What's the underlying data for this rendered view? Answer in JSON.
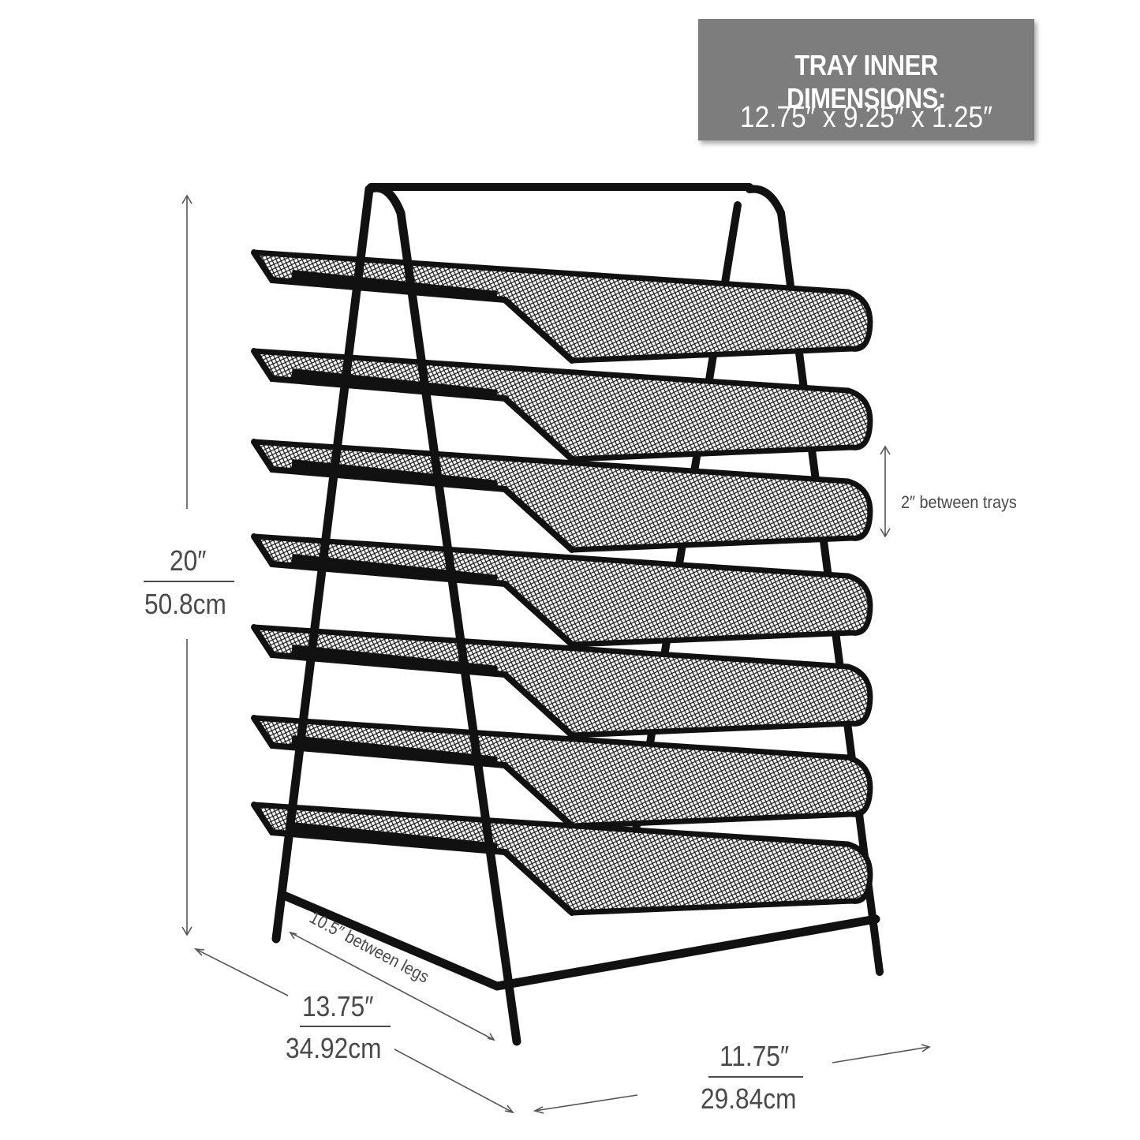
{
  "banner": {
    "heading": "TRAY INNER DIMENSIONS:",
    "value": "12.75″ x 9.25″ x 1.25″"
  },
  "height": {
    "inches": "20″",
    "cm": "50.8cm"
  },
  "depth": {
    "inches": "13.75″",
    "cm": "34.92cm"
  },
  "width": {
    "inches": "11.75″",
    "cm": "29.84cm"
  },
  "tray_spacing_label": "2″ between trays",
  "leg_spacing_label": "10.5″ between legs",
  "colors": {
    "banner_bg": "#7d7d7d",
    "dimension_text": "#4a4a4a",
    "product": "#111111"
  }
}
